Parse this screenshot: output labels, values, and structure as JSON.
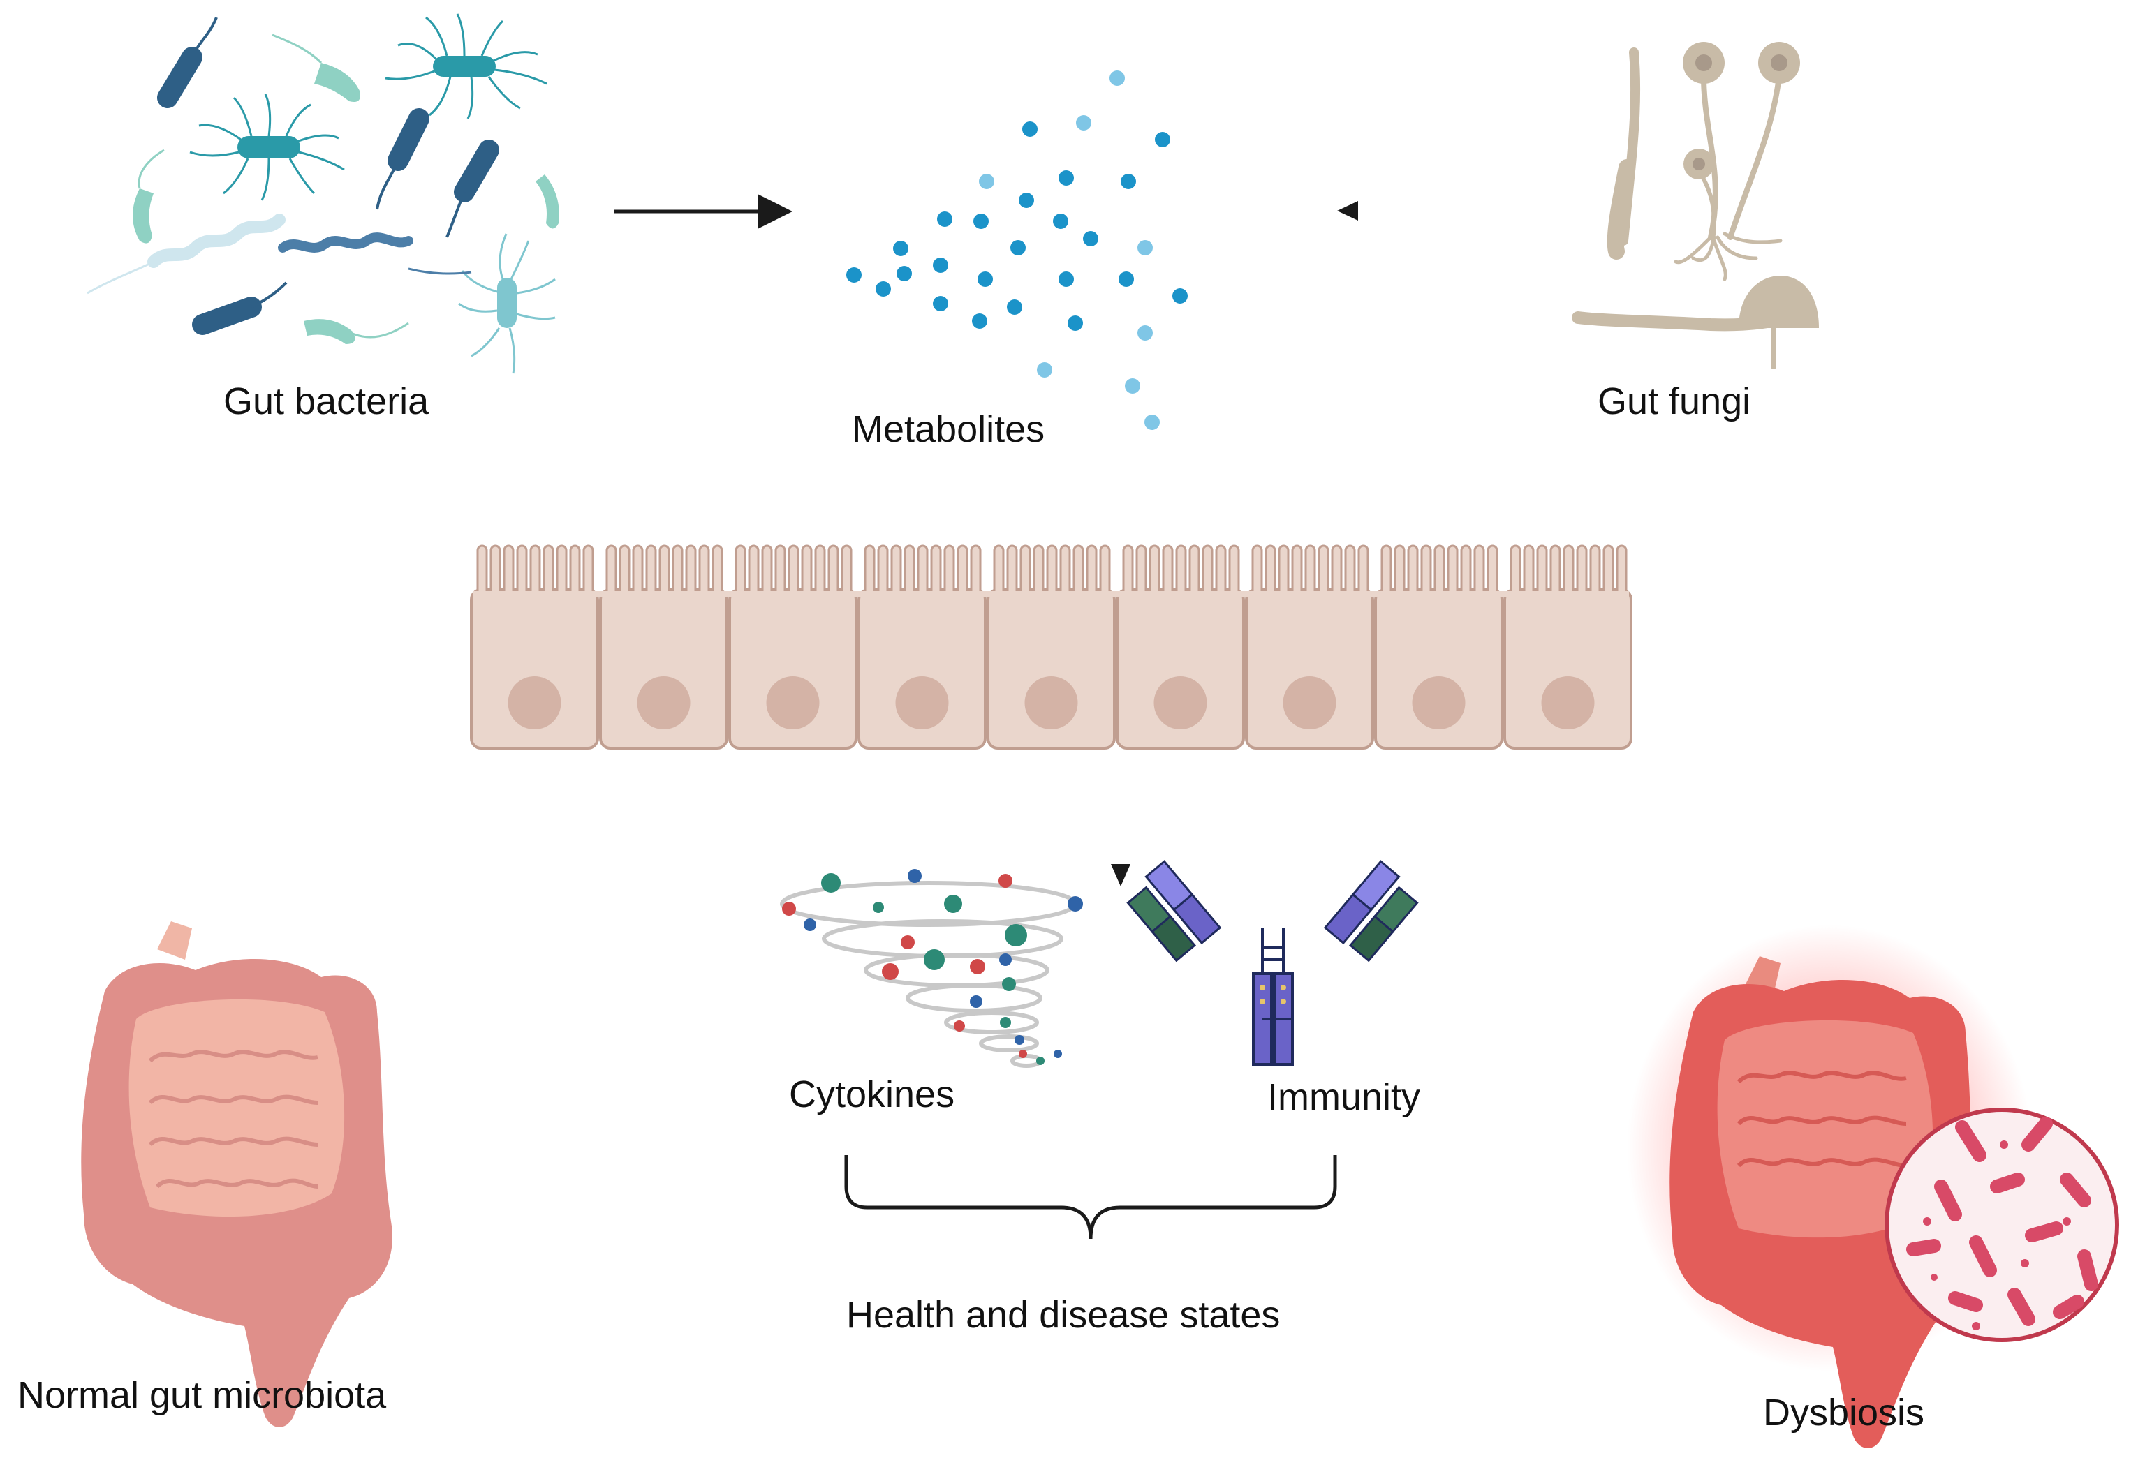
{
  "labels": {
    "gut_bacteria": "Gut bacteria",
    "metabolites": "Metabolites",
    "gut_fungi": "Gut fungi",
    "cytokines": "Cytokines",
    "immunity": "Immunity",
    "health_disease": "Health and disease states",
    "normal_gut": "Normal gut microbiota",
    "dysbiosis": "Dysbiosis"
  },
  "icons": {
    "bacteria": "bacteria-cluster-icon",
    "metabolites": "metabolite-dots-icon",
    "fungi": "fungi-icon",
    "epithelium": "intestinal-epithelium-icon",
    "cytokines": "cytokine-tornado-icon",
    "antibody": "antibody-icon",
    "normal_gut": "healthy-intestine-icon",
    "dysbiosis": "inflamed-intestine-icon",
    "magnifier": "magnified-bacteria-icon"
  },
  "colors": {
    "arrow": "#1a1a1a",
    "bacteria_dark": "#2e5f86",
    "bacteria_teal": "#2a9aa8",
    "bacteria_mint": "#8fd1c3",
    "metabolite": "#1b93c9",
    "metabolite_light": "#7fc6e6",
    "fungi": "#c8bba7",
    "cell_fill": "#ead6cc",
    "cell_stroke": "#c09e90",
    "nucleus": "#d4b3a6",
    "intestine": "#e8998f",
    "inflamed": "#e35454",
    "antibody_purple": "#6a63c8",
    "antibody_green": "#3f7a5c"
  }
}
